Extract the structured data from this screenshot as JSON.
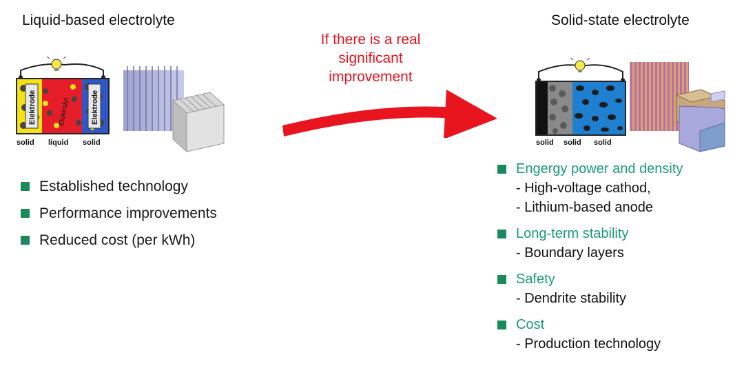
{
  "left": {
    "title": "Liquid-based electrolyte",
    "cell_labels": {
      "electrode_left": "Elektrode",
      "electrolyte": "Elektrolyt",
      "electrode_right": "Elektrode"
    },
    "phase_labels": [
      "solid",
      "liquid",
      "solid"
    ],
    "bullets": [
      "Established technology",
      "Performance improvements",
      "Reduced cost (per kWh)"
    ]
  },
  "arrow": {
    "lines": [
      "If there is a real",
      "significant",
      "improvement"
    ],
    "color": "#e8141e"
  },
  "right": {
    "title": "Solid-state electrolyte",
    "phase_labels": [
      "solid",
      "solid",
      "solid"
    ],
    "bullets": [
      {
        "head": "Engergy power and density",
        "subs": [
          "- High-voltage cathod,",
          "- Lithium-based anode"
        ]
      },
      {
        "head": "Long-term stability",
        "subs": [
          "- Boundary layers"
        ]
      },
      {
        "head": "Safety",
        "subs": [
          "- Dendrite stability"
        ]
      },
      {
        "head": "Cost",
        "subs": [
          "- Production technology"
        ]
      }
    ]
  },
  "colors": {
    "bullet": "#1a8a5c",
    "bullet_heading": "#1a9a78",
    "arrow": "#e8141e"
  }
}
